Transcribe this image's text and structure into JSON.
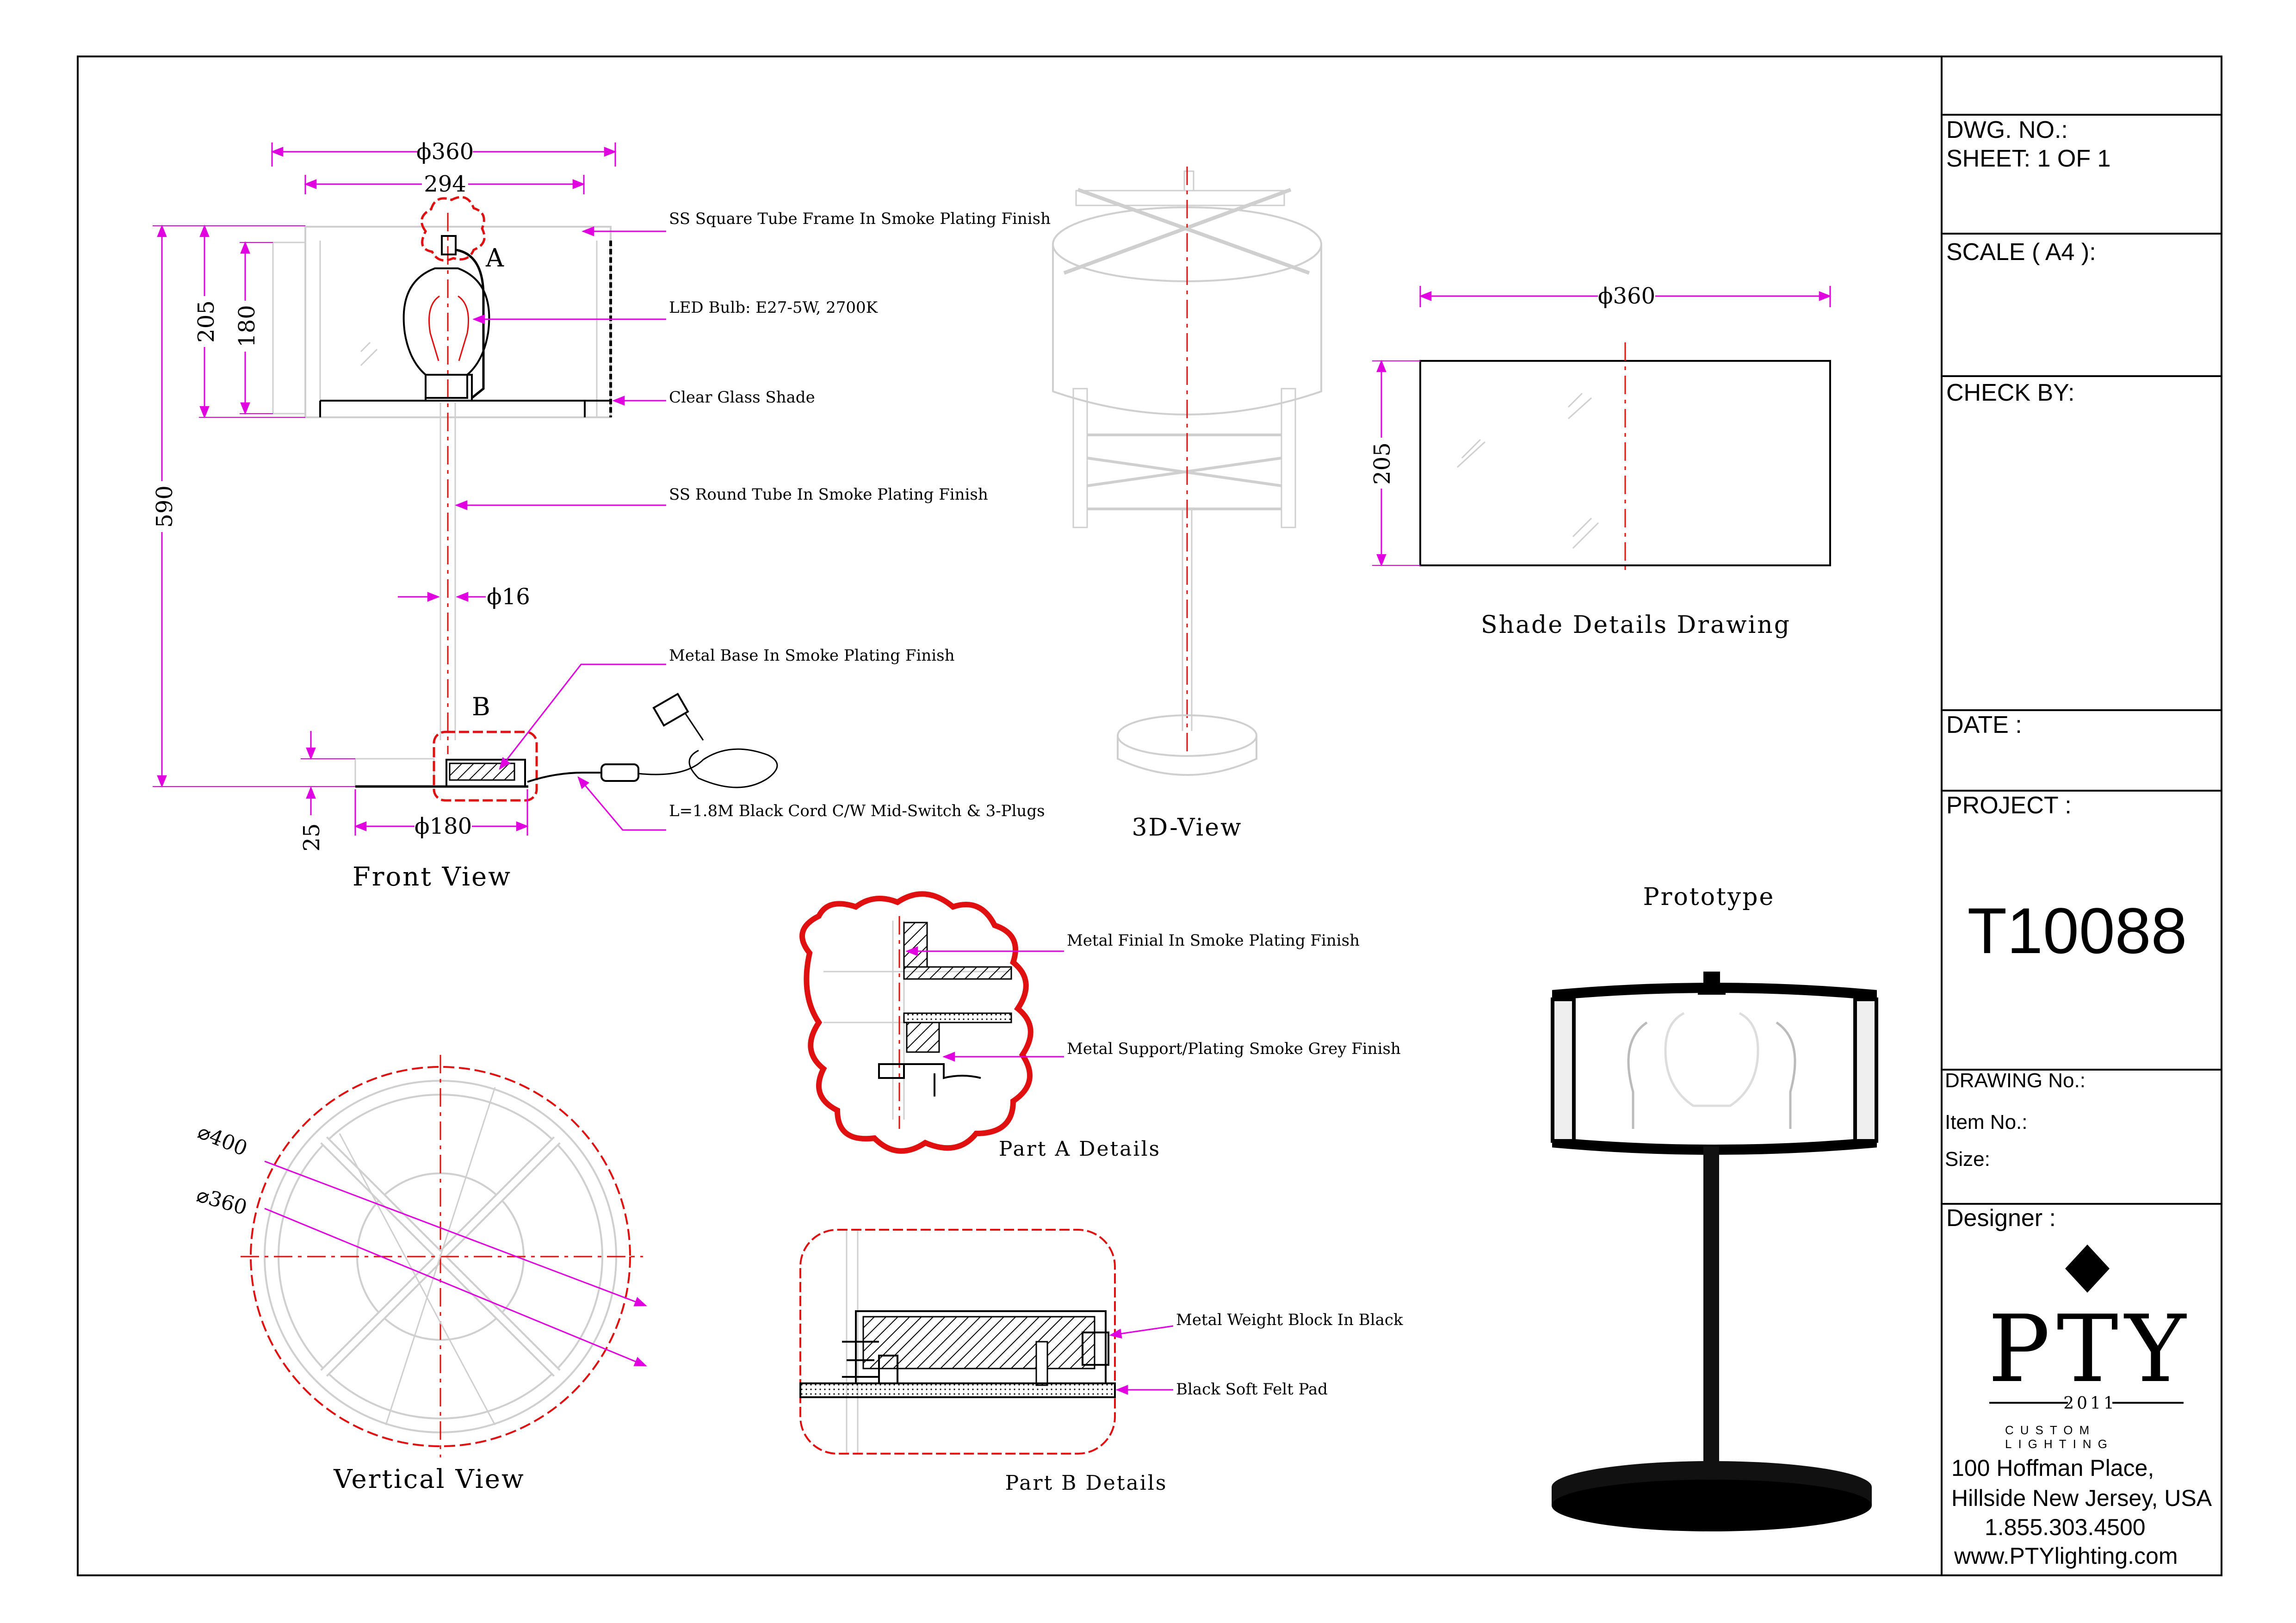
{
  "colors": {
    "magenta": "#e000e0",
    "red": "#e01010",
    "line": "#000000",
    "ghost": "#cfcfcf"
  },
  "front_view": {
    "label_a": "A",
    "label_b": "B",
    "dim_diameter_shade": "ϕ360",
    "dim_frame_width": "294",
    "dim_total_height": "590",
    "dim_shade_height": "205",
    "dim_glass_height": "180",
    "dim_tube": "ϕ16",
    "dim_base_diameter": "ϕ180",
    "dim_base_height": "25",
    "callouts": [
      "SS Square Tube Frame In Smoke Plating Finish",
      "LED Bulb: E27-5W, 2700K",
      "Clear Glass Shade",
      "SS Round Tube In Smoke Plating Finish",
      "Metal Base In Smoke Plating Finish",
      "L=1.8M Black Cord C/W Mid-Switch & 3-Plugs"
    ],
    "title": "Front View"
  },
  "view_3d": {
    "title": "3D-View"
  },
  "shade_details": {
    "dim_diameter": "ϕ360",
    "dim_height": "205",
    "title": "Shade Details Drawing"
  },
  "vertical_view": {
    "dim_outer": "⌀400",
    "dim_inner": "⌀360",
    "title": "Vertical View"
  },
  "part_a": {
    "callouts": [
      "Metal Finial In Smoke Plating Finish",
      "Metal Support/Plating Smoke Grey Finish"
    ],
    "title": "Part A Details"
  },
  "part_b": {
    "callouts": [
      "Metal Weight Block In Black",
      "Black Soft Felt Pad"
    ],
    "title": "Part B Details"
  },
  "prototype": {
    "title": "Prototype"
  },
  "title_block": {
    "dwg_no": "DWG. NO.:",
    "sheet": "SHEET: 1 OF 1",
    "scale": "SCALE ( A4 ):",
    "check_by": "CHECK BY:",
    "date": "DATE :",
    "project": "PROJECT :",
    "project_code": "T10088",
    "drawing_no": "DRAWING No.:",
    "item_no": "Item No.:",
    "size": "Size:",
    "designer": "Designer :",
    "logo_text": "PTY",
    "logo_year": "2011",
    "logo_sub_1": "CUSTOM",
    "logo_sub_2": "LIGHTING",
    "address_1": "100 Hoffman Place,",
    "address_2": "Hillside New Jersey, USA",
    "phone": "1.855.303.4500",
    "website": "www.PTYlighting.com"
  }
}
